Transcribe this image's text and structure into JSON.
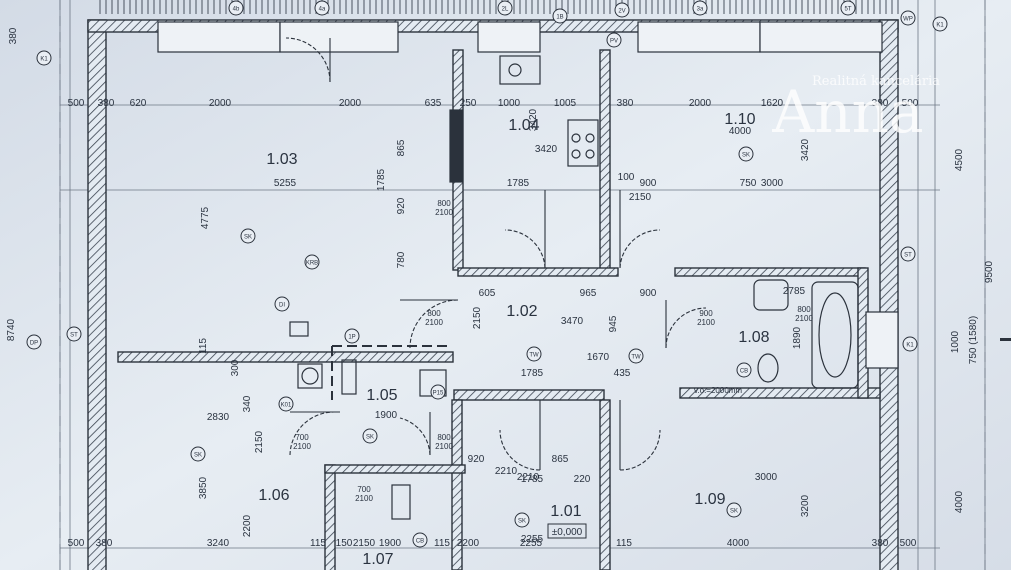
{
  "watermark": {
    "line1": "Realitná kancelária",
    "line2": "Anna"
  },
  "rooms": [
    {
      "id": "1.03"
    },
    {
      "id": "1.04"
    },
    {
      "id": "1.10"
    },
    {
      "id": "1.02"
    },
    {
      "id": "1.08"
    },
    {
      "id": "1.05"
    },
    {
      "id": "1.06"
    },
    {
      "id": "1.01"
    },
    {
      "id": "1.09"
    },
    {
      "id": "1.07"
    }
  ],
  "level_label": "±0,000",
  "vo_note": "v.o.=2000mm",
  "dims": {
    "top": [
      "500",
      "380",
      "620",
      "2000",
      "2000",
      "635",
      "250",
      "1000",
      "1005",
      "380",
      "2000",
      "1620",
      "380",
      "500"
    ],
    "bottom": [
      "500",
      "380",
      "3240",
      "115",
      "150",
      "2150",
      "1900",
      "115",
      "2200",
      "2255",
      "115",
      "4000",
      "380",
      "500"
    ],
    "middle": [
      "5255",
      "3000",
      "3470",
      "965",
      "900",
      "605",
      "1670",
      "1785",
      "435",
      "920",
      "1785",
      "865",
      "220",
      "2210",
      "2830",
      "1900",
      "4000",
      "2255",
      "3420",
      "1785",
      "2210",
      "2150",
      "900",
      "750",
      "100",
      "2785",
      "3000"
    ],
    "vertical": [
      "380",
      "4775",
      "865",
      "1785",
      "920",
      "780",
      "115",
      "2150",
      "3850",
      "2200",
      "3420",
      "3420",
      "9500",
      "4500",
      "8740",
      "1000",
      "750 (1580)",
      "4000",
      "3200",
      "1890",
      "945",
      "300",
      "340",
      "2150"
    ]
  },
  "circle_marks": [
    "K1",
    "K1",
    "4b",
    "4a",
    "2L",
    "1B",
    "2V",
    "3a",
    "5T",
    "PV",
    "SK",
    "SK",
    "SK",
    "SK",
    "DP",
    "ST",
    "ST",
    "WP",
    "KRB",
    "DI",
    "1P",
    "K1",
    "TW",
    "TW",
    "P15",
    "CB",
    "K01",
    "CB",
    "SK",
    "SK"
  ],
  "window_labels": [
    {
      "size": "800\n2100"
    },
    {
      "size": "800\n2100"
    },
    {
      "size": "900\n2100"
    },
    {
      "size": "700\n2100"
    },
    {
      "size": "800\n2100"
    },
    {
      "size": "700\n2100"
    },
    {
      "size": "800\n2100"
    }
  ]
}
